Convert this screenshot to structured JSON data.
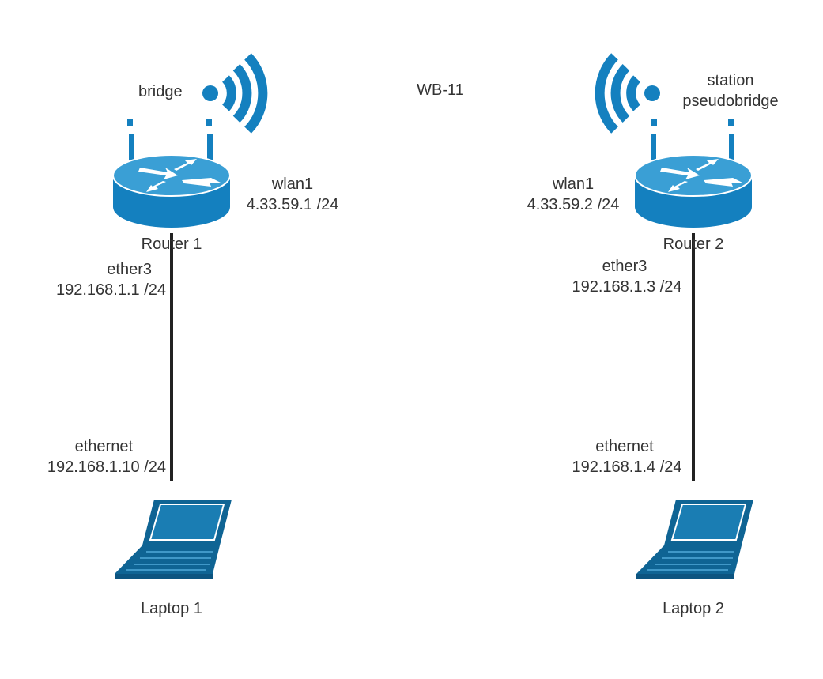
{
  "network_name": "WB-11",
  "colors": {
    "device": "#1480bf",
    "device_dark": "#0e5e8f",
    "laptop": "#0f6494",
    "link": "#000000",
    "text": "#333333"
  },
  "router1": {
    "name": "Router 1",
    "wireless_mode": "bridge",
    "wlan_name": "wlan1",
    "wlan_ip": "4.33.59.1 /24",
    "ether_name": "ether3",
    "ether_ip": "192.168.1.1 /24"
  },
  "router2": {
    "name": "Router 2",
    "wireless_mode_line1": "station",
    "wireless_mode_line2": "pseudobridge",
    "wlan_name": "wlan1",
    "wlan_ip": "4.33.59.2 /24",
    "ether_name": "ether3",
    "ether_ip": "192.168.1.3 /24"
  },
  "laptop1": {
    "name": "Laptop 1",
    "iface_name": "ethernet",
    "iface_ip": "192.168.1.10 /24"
  },
  "laptop2": {
    "name": "Laptop 2",
    "iface_name": "ethernet",
    "iface_ip": "192.168.1.4 /24"
  },
  "icons": [
    "wireless-signal-icon",
    "router-icon",
    "laptop-icon"
  ]
}
